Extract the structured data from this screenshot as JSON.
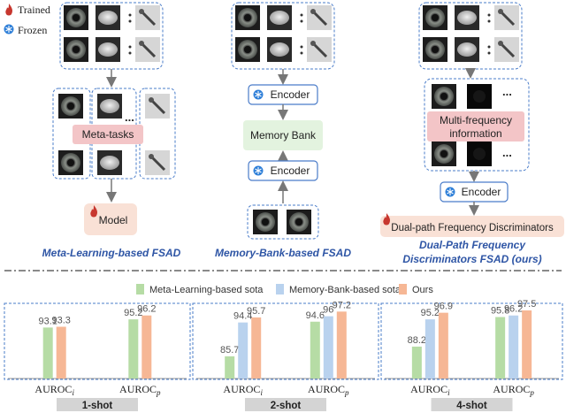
{
  "legend_top": {
    "trained": "Trained",
    "frozen": "Frozen",
    "trained_icon": "flame-icon",
    "frozen_icon": "snowflake-icon"
  },
  "panels": {
    "meta": {
      "tasks_label": "Meta-tasks",
      "model_label": "Model",
      "caption": "Meta-Learning-based FSAD",
      "dots": "..."
    },
    "memory": {
      "encoder_top": "Encoder",
      "memory_bank": "Memory Bank",
      "encoder_bottom": "Encoder",
      "caption": "Memory-Bank-based FSAD"
    },
    "dual": {
      "multi_freq_line1": "Multi-frequency",
      "multi_freq_line2": "information",
      "encoder": "Encoder",
      "discriminators": "Dual-path Frequency Discriminators",
      "caption_line1": "Dual-Path Frequency",
      "caption_line2": "Discriminators FSAD (ours)",
      "dots": "..."
    }
  },
  "colors": {
    "caption_blue": "#2e55a5",
    "green": "#b6dca5",
    "blue": "#b9d2ee",
    "orange": "#f6b795",
    "dashed_blue": "#4a7cc9",
    "pink": "#f3c5c7"
  },
  "chart_data": [
    {
      "type": "bar",
      "title": "1-shot",
      "categories": [
        "AUROC_i",
        "AUROC_p"
      ],
      "series": [
        {
          "name": "Meta-Learning-based sota",
          "values": [
            93.1,
            95.2
          ]
        },
        {
          "name": "Ours",
          "values": [
            93.3,
            96.2
          ]
        }
      ],
      "labels": [
        [
          "93.1",
          "93.3"
        ],
        [
          "95.2",
          "96.2"
        ]
      ]
    },
    {
      "type": "bar",
      "title": "2-shot",
      "categories": [
        "AUROC_i",
        "AUROC_p"
      ],
      "series": [
        {
          "name": "Meta-Learning-based sota",
          "values": [
            85.7,
            94.6
          ]
        },
        {
          "name": "Memory-Bank-based sota",
          "values": [
            94.4,
            96
          ]
        },
        {
          "name": "Ours",
          "values": [
            95.7,
            97.2
          ]
        }
      ],
      "labels": [
        [
          "85.7",
          "94.4",
          "95.7"
        ],
        [
          "94.6",
          "96",
          "97.2"
        ]
      ]
    },
    {
      "type": "bar",
      "title": "4-shot",
      "categories": [
        "AUROC_i",
        "AUROC_p"
      ],
      "series": [
        {
          "name": "Meta-Learning-based sota",
          "values": [
            88.2,
            95.8
          ]
        },
        {
          "name": "Memory-Bank-based sota",
          "values": [
            95.2,
            96.2
          ]
        },
        {
          "name": "Ours",
          "values": [
            96.9,
            97.5
          ]
        }
      ],
      "labels": [
        [
          "88.2",
          "95.2",
          "96.9"
        ],
        [
          "95.8",
          "96.2",
          "97.5"
        ]
      ]
    }
  ],
  "chart_legend": [
    "Meta-Learning-based sota",
    "Memory-Bank-based sota",
    "Ours"
  ],
  "axis_labels": {
    "base": "AUROC",
    "sub_i": "i",
    "sub_p": "p"
  }
}
